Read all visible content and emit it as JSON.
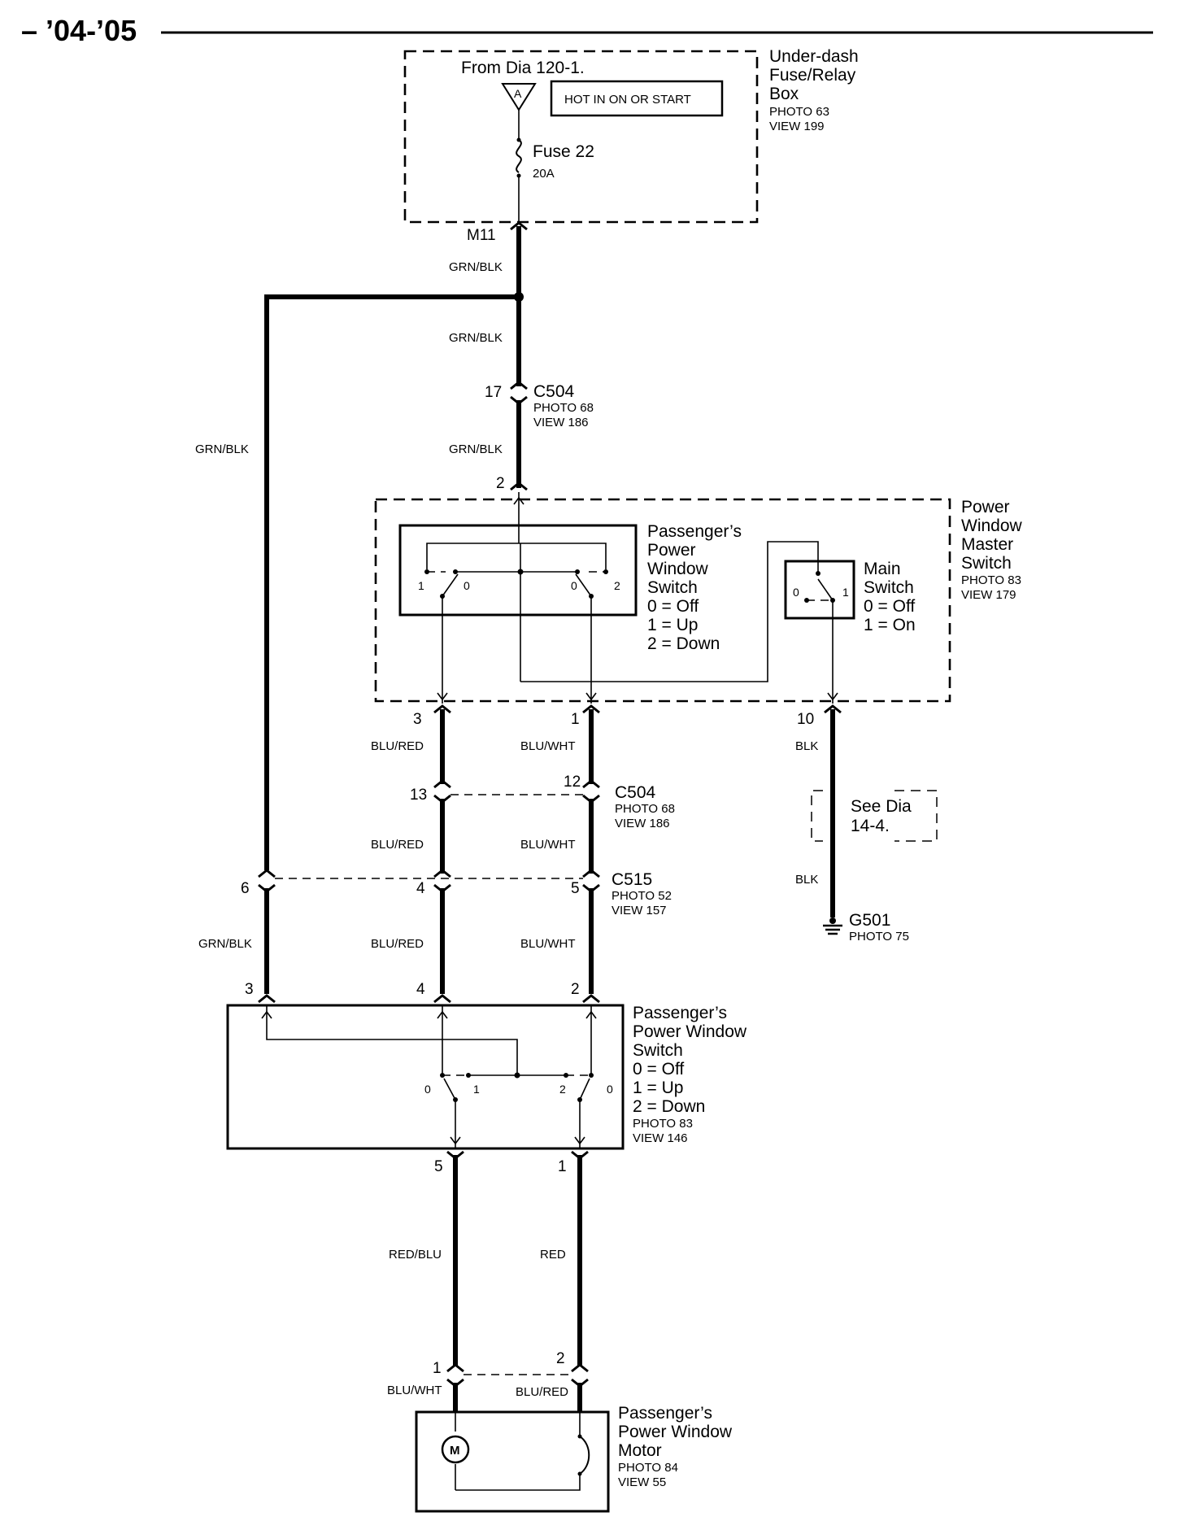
{
  "header": {
    "title": "– ’04-’05"
  },
  "fuse_box": {
    "from_dia": "From Dia 120-1.",
    "terminal": "A",
    "hot_label": "HOT IN ON OR START",
    "fuse_name": "Fuse 22",
    "fuse_rating": "20A",
    "name_lines": [
      "Under-dash",
      "Fuse/Relay",
      "Box"
    ],
    "photo": "PHOTO 63",
    "view": "VIEW 199",
    "connector": "M11"
  },
  "wires": {
    "grn_blk_1": "GRN/BLK",
    "grn_blk_2": "GRN/BLK",
    "grn_blk_3": "GRN/BLK",
    "grn_blk_left": "GRN/BLK",
    "grn_blk_left_low": "GRN/BLK",
    "blu_red_1": "BLU/RED",
    "blu_red_2": "BLU/RED",
    "blu_red_3": "BLU/RED",
    "blu_wht_1": "BLU/WHT",
    "blu_wht_2": "BLU/WHT",
    "blu_wht_3": "BLU/WHT",
    "blk_1": "BLK",
    "blk_2": "BLK",
    "red_blu": "RED/BLU",
    "red": "RED",
    "motor_blu_wht": "BLU/WHT",
    "motor_blu_red": "BLU/RED"
  },
  "c504_top": {
    "pin": "17",
    "name": "C504",
    "photo": "PHOTO 68",
    "view": "VIEW 186"
  },
  "master_switch": {
    "input_pin": "2",
    "name_lines": [
      "Power",
      "Window",
      "Master",
      "Switch"
    ],
    "photo": "PHOTO 83",
    "view": "VIEW 179",
    "pass_switch_lines": [
      "Passenger’s",
      "Power",
      "Window",
      "Switch",
      "0 = Off",
      "1 = Up",
      "2 = Down"
    ],
    "contact_labels": [
      "1",
      "0",
      "0",
      "2"
    ],
    "main_switch_lines": [
      "Main",
      "Switch",
      "0 = Off",
      "1 = On"
    ],
    "main_contact_labels": [
      "0",
      "1"
    ],
    "out_pins": [
      "3",
      "1",
      "10"
    ]
  },
  "c504_mid": {
    "pins": [
      "13",
      "12"
    ],
    "name": "C504",
    "photo": "PHOTO 68",
    "view": "VIEW 186"
  },
  "see_dia": [
    "See Dia",
    "14-4."
  ],
  "ground": {
    "name": "G501",
    "photo": "PHOTO 75"
  },
  "c515": {
    "pins": [
      "6",
      "4",
      "5"
    ],
    "name": "C515",
    "photo": "PHOTO 52",
    "view": "VIEW 157"
  },
  "pass_switch": {
    "in_pins": [
      "3",
      "4",
      "2"
    ],
    "name_lines": [
      "Passenger’s",
      "Power Window",
      "Switch",
      "0 = Off",
      "1 = Up",
      "2 = Down"
    ],
    "photo": "PHOTO 83",
    "view": "VIEW 146",
    "contact_labels": [
      "0",
      "1",
      "2",
      "0"
    ],
    "out_pins": [
      "5",
      "1"
    ]
  },
  "motor": {
    "pins": [
      "1",
      "2"
    ],
    "symbol": "M",
    "name_lines": [
      "Passenger’s",
      "Power Window",
      "Motor"
    ],
    "photo": "PHOTO 84",
    "view": "VIEW 55"
  }
}
